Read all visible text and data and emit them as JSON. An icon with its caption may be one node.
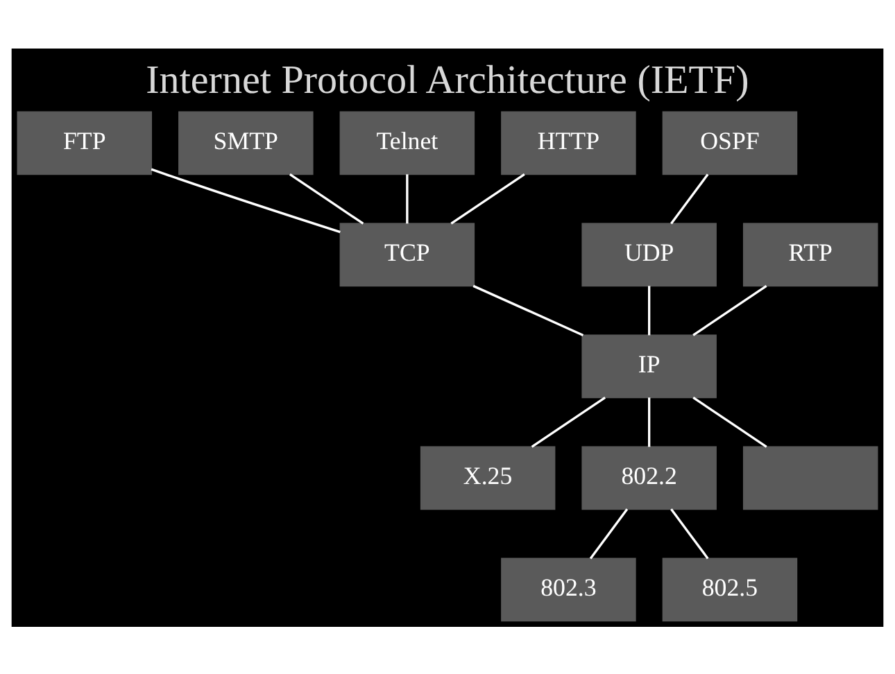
{
  "diagram": {
    "title": "Internet Protocol Architecture (IETF)",
    "nodes": [
      {
        "text": [
          "FTP"
        ]
      },
      {
        "text": [
          "SMTP"
        ]
      },
      {
        "text": [
          "Telnet"
        ]
      },
      {
        "text": [
          "HTTP"
        ]
      },
      {
        "text": [
          "OSPF"
        ]
      },
      {
        "text": [
          "TCP"
        ]
      },
      {
        "text": [
          "UDP"
        ]
      },
      {
        "text": [
          "RTP"
        ]
      },
      {
        "text": [
          "IP"
        ]
      },
      {
        "text": [
          "X.25"
        ]
      },
      {
        "text": [
          "802.2"
        ]
      },
      {
        "text": [],
        "shape": "box"
      },
      {
        "text": [
          "802.3"
        ]
      },
      {
        "text": [
          "802.5"
        ]
      }
    ],
    "edges": [
      {
        "from": 0,
        "to": 5,
        "arrow": "none"
      },
      {
        "from": 1,
        "to": 5,
        "arrow": "none"
      },
      {
        "from": 2,
        "to": 5,
        "arrow": "none"
      },
      {
        "from": 3,
        "to": 5,
        "arrow": "none"
      },
      {
        "from": 4,
        "to": 6,
        "arrow": "none"
      },
      {
        "from": 5,
        "to": 8,
        "arrow": "none"
      },
      {
        "from": 6,
        "to": 8,
        "arrow": "none"
      },
      {
        "from": 7,
        "to": 8,
        "arrow": "none"
      },
      {
        "from": 8,
        "to": 9,
        "arrow": "none"
      },
      {
        "from": 8,
        "to": 10,
        "arrow": "none"
      },
      {
        "from": 8,
        "to": 11,
        "arrow": "none"
      },
      {
        "from": 10,
        "to": 12,
        "arrow": "none"
      },
      {
        "from": 10,
        "to": 13,
        "arrow": "none"
      }
    ]
  }
}
